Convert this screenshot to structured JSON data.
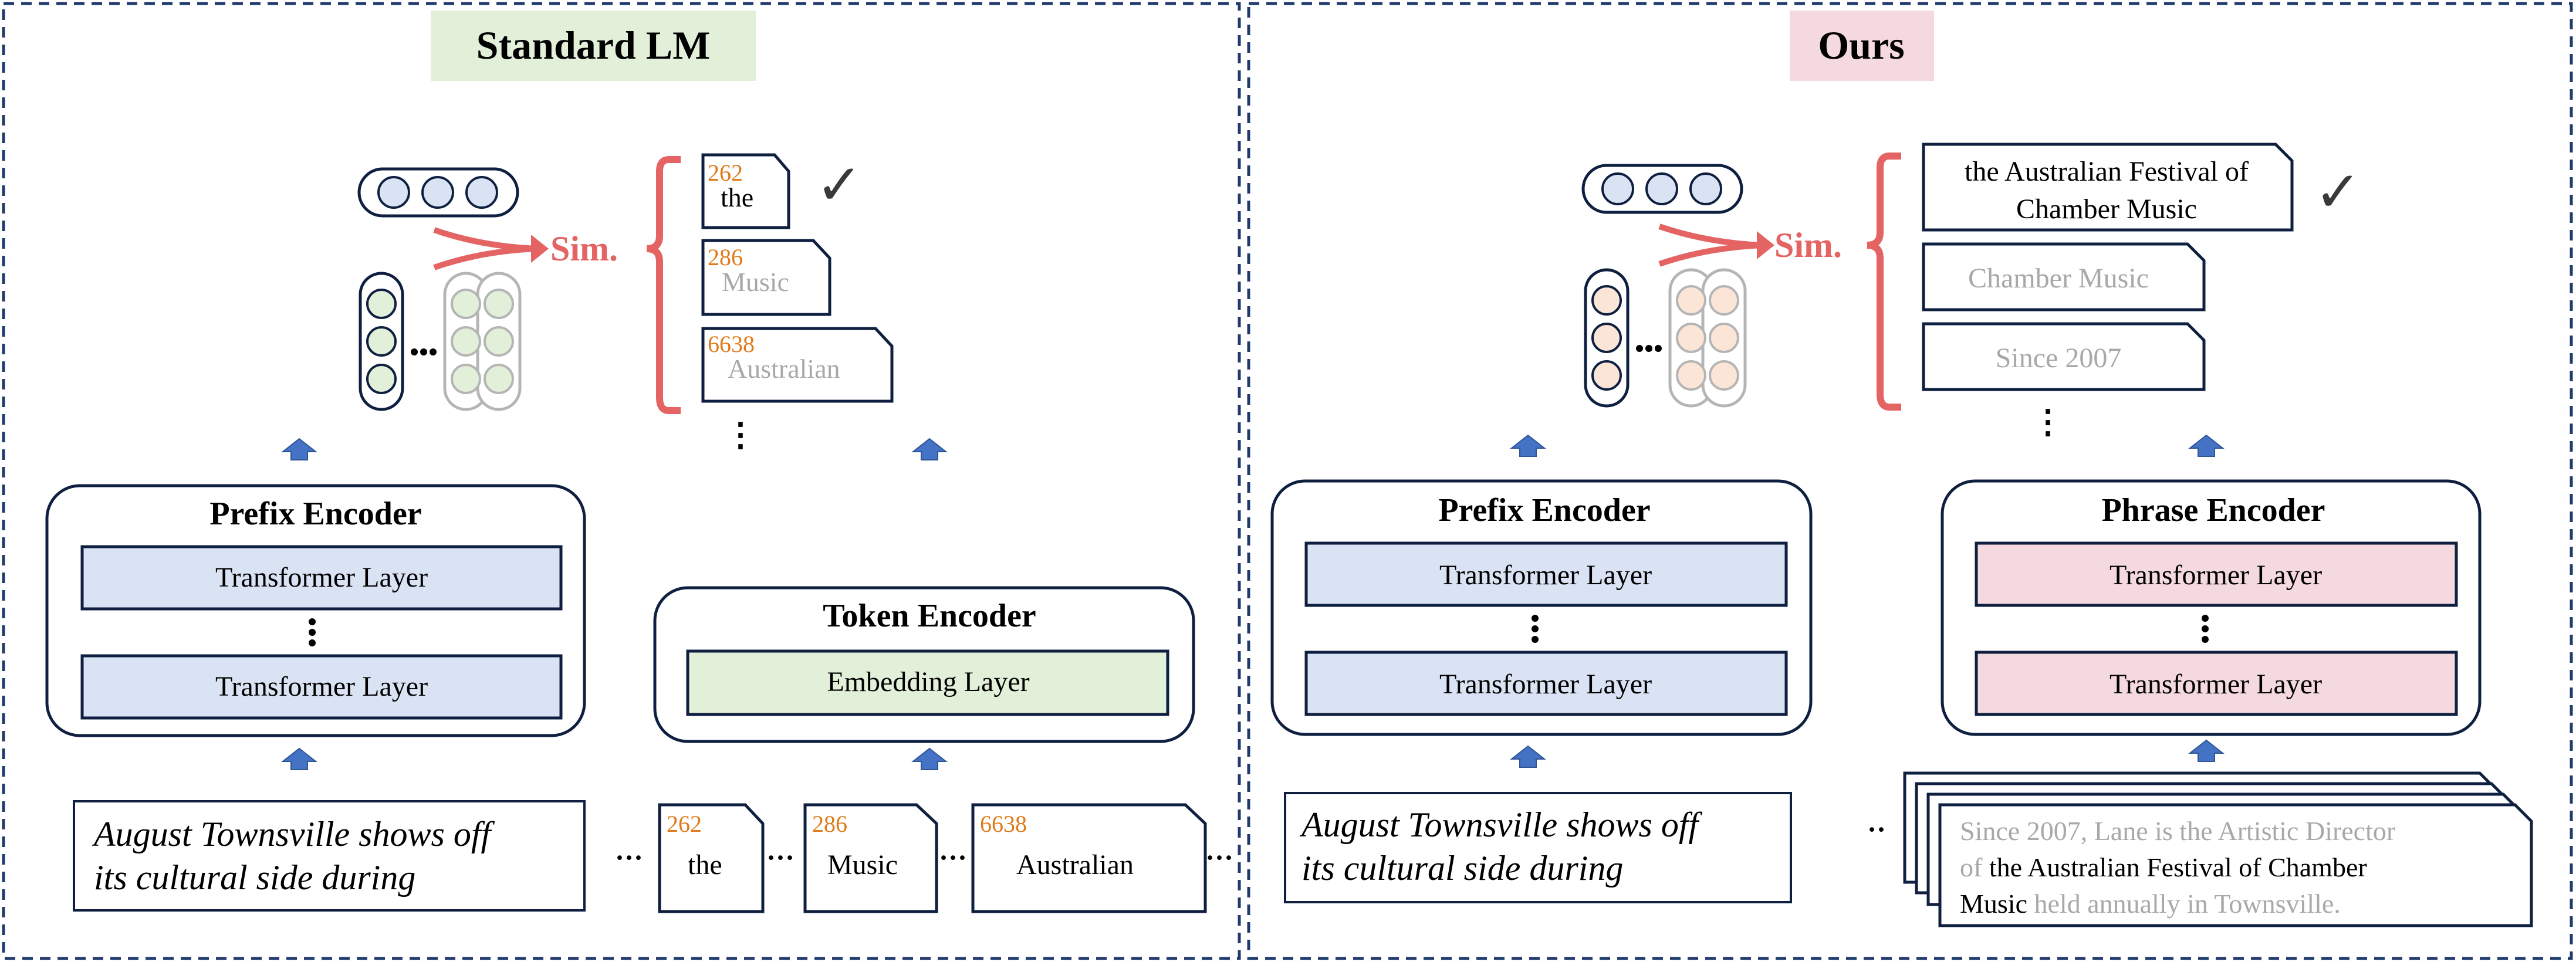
{
  "colors": {
    "panel_border": "#1f3a6b",
    "box_border": "#0f1f40",
    "blue_layer": "#dae3f3",
    "green_layer": "#e2efd9",
    "pink_layer": "#f4d9de",
    "title_green_bg": "#e2efd9",
    "title_pink_bg": "#f4d9de",
    "sim_red": "#e46464",
    "token_id_orange": "#e07a18",
    "faded_text": "#a8a8a8",
    "arrow_blue": "#4472c4",
    "dot_blue": "#dae3f3",
    "dot_green": "#e2efd9",
    "dot_peach": "#fbe5d6"
  },
  "left_panel": {
    "title": "Standard LM",
    "sim_label": "Sim.",
    "prefix_encoder": {
      "title": "Prefix Encoder",
      "layer_top": "Transformer Layer",
      "layer_bottom": "Transformer Layer",
      "ellipsis": "⋮"
    },
    "token_encoder": {
      "title": "Token Encoder",
      "layer": "Embedding Layer"
    },
    "prefix_text_line1": "August Townsville shows off",
    "prefix_text_line2": "its cultural side during",
    "candidates": [
      {
        "id": "262",
        "text": "the",
        "selected": true
      },
      {
        "id": "286",
        "text": "Music",
        "selected": false
      },
      {
        "id": "6638",
        "text": "Australian",
        "selected": false
      }
    ],
    "candidate_ellipsis": "⋮",
    "checkmark": "✓",
    "input_tokens": [
      {
        "id": "262",
        "text": "the"
      },
      {
        "id": "286",
        "text": "Music"
      },
      {
        "id": "6638",
        "text": "Australian"
      }
    ],
    "input_ellipsis": "···"
  },
  "right_panel": {
    "title": "Ours",
    "sim_label": "Sim.",
    "prefix_encoder": {
      "title": "Prefix Encoder",
      "layer_top": "Transformer Layer",
      "layer_bottom": "Transformer Layer",
      "ellipsis": "⋮"
    },
    "phrase_encoder": {
      "title": "Phrase Encoder",
      "layer_top": "Transformer Layer",
      "layer_bottom": "Transformer Layer",
      "ellipsis": "⋮"
    },
    "prefix_text_line1": "August Townsville shows off",
    "prefix_text_line2": "its cultural side during",
    "candidates": [
      {
        "line1": "the Australian Festival of",
        "line2": "Chamber Music",
        "selected": true
      },
      {
        "line1": "Chamber Music",
        "line2": "",
        "selected": false
      },
      {
        "line1": "Since 2007",
        "line2": "",
        "selected": false
      }
    ],
    "candidate_ellipsis": "⋮",
    "checkmark": "✓",
    "document_ellipsis": "··",
    "document": {
      "l1_faded": "Since 2007, Lane is the Artistic Director",
      "l2_faded": "of ",
      "l2_dark": "the Australian Festival of Chamber",
      "l3_dark": "Music",
      "l3_faded": " held annually in Townsville."
    }
  }
}
